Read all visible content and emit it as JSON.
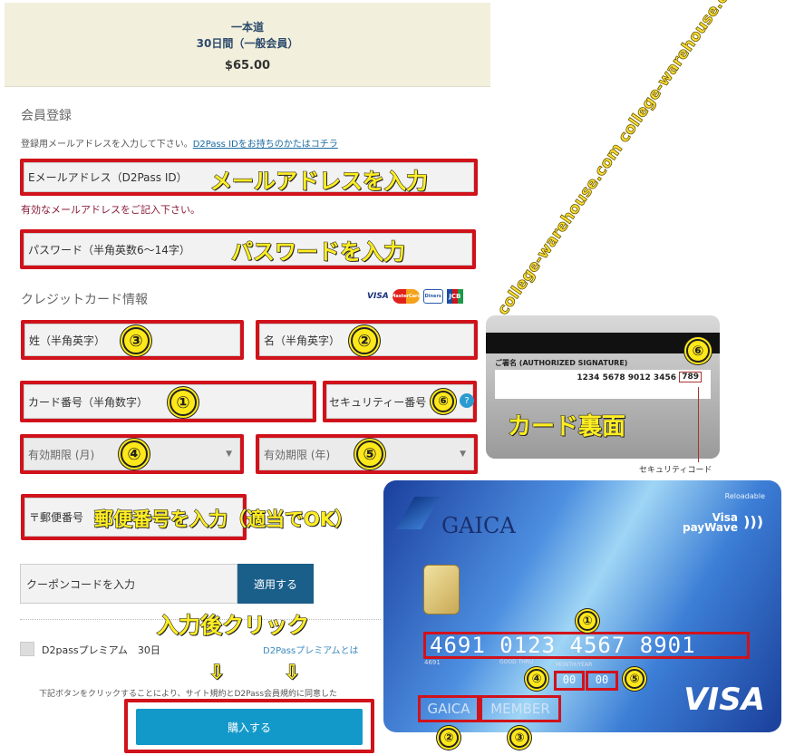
{
  "product": {
    "name": "一本道",
    "plan": "30日間（一般会員）",
    "price": "$65.00"
  },
  "registration": {
    "heading": "会員登録",
    "instruction": "登録用メールアドレスを入力して下さい。",
    "login_link": "D2Pass IDをお持ちのかたはコチラ",
    "email_placeholder": "Eメールアドレス（D2Pass ID）",
    "email_error": "有効なメールアドレスをご記入下さい。",
    "password_placeholder": "パスワード（半角英数6～14字）"
  },
  "credit_card": {
    "heading": "クレジットカード情報",
    "brands": [
      "VISA",
      "MasterCard",
      "Diners",
      "JCB"
    ],
    "last_name_placeholder": "姓（半角英字）",
    "first_name_placeholder": "名（半角英字）",
    "card_number_placeholder": "カード番号（半角数字）",
    "security_code_placeholder": "セキュリティー番号",
    "help_icon": "?",
    "exp_month_placeholder": "有効期限 (月)",
    "exp_year_placeholder": "有効期限 (年)",
    "postal_placeholder": "〒郵便番号"
  },
  "coupon": {
    "placeholder": "クーポンコードを入力",
    "apply_label": "適用する"
  },
  "premium": {
    "label": "D2passプレミアム　30日",
    "link": "D2Passプレミアムとは"
  },
  "terms_text": "下記ボタンをクリックすることにより、サイト規約とD2Pass会員規約に同意した",
  "buy_label": "購入する",
  "annotations": {
    "email": "メールアドレスを入力",
    "password": "パスワードを入力",
    "postal": "郵便番号を入力（適当でOK）",
    "click": "入力後クリック",
    "arrow": "⇩",
    "card_back": "カード裏面",
    "security_code": "セキュリティコード",
    "n1": "①",
    "n2": "②",
    "n3": "③",
    "n4": "④",
    "n5": "⑤",
    "n6": "⑥"
  },
  "card_back": {
    "signature_label": "ご署名 (AUTHORIZED SIGNATURE)",
    "number": "1234 5678 9012 3456",
    "cvv": "789"
  },
  "card_front": {
    "brand": "GAICA",
    "reloadable": "Reloadable",
    "paywave_1": "Visa",
    "paywave_2": "payWave",
    "number": "4691 0123 4567 8901",
    "small_number": "4691",
    "good_thru": "GOOD THRU",
    "month_year_label": "MONTH/YEAR",
    "month": "00",
    "year": "00",
    "first_name": "GAICA",
    "last_name": "MEMBER",
    "network": "VISA"
  },
  "watermark": "college-warehouse.com college-warehouse.com",
  "colors": {
    "highlight_red": "#d0121b",
    "annotation_yellow": "#ffee22",
    "button_blue": "#1399c9",
    "apply_blue": "#1a5e8a"
  }
}
